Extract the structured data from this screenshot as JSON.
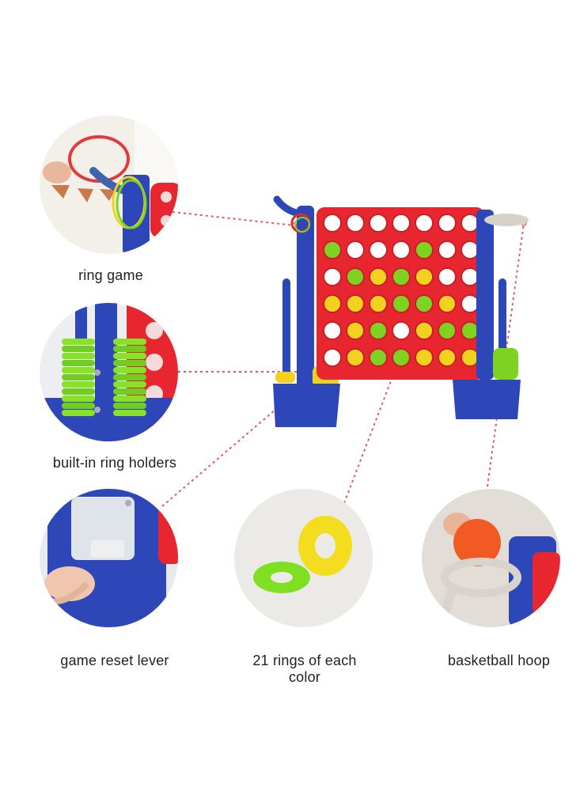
{
  "features": {
    "ring_game": "ring game",
    "ring_holders": "built-in ring holders",
    "reset_lever": "game reset lever",
    "rings_each_color_line1": "21 rings of each",
    "rings_each_color_line2": "color",
    "basketball_hoop": "basketball hoop"
  },
  "colors": {
    "frame_red": "#e8262f",
    "frame_blue": "#2d47b8",
    "ring_yellow": "#f2d21f",
    "ring_green": "#7ed321",
    "leader_line": "#e05555"
  }
}
